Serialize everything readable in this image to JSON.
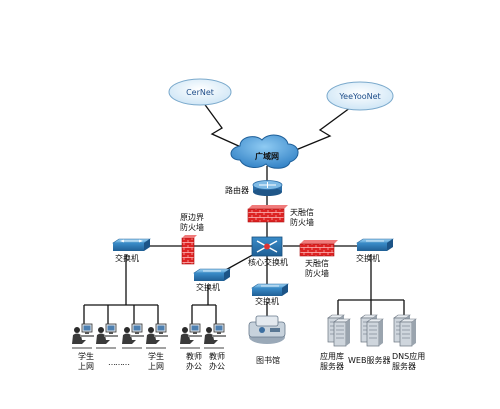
{
  "diagram": {
    "clouds": {
      "cernet": "CerNet",
      "yeeyoonet": "YeeYooNet",
      "wan": "广域网"
    },
    "router": "路由器",
    "firewall_top": [
      "天融信",
      "防火墙"
    ],
    "firewall_left": [
      "原边界",
      "防火墙"
    ],
    "firewall_right": [
      "天融信",
      "防火墙"
    ],
    "core_switch": "核心交换机",
    "switch_left": "交换机",
    "switch_mid": "交换机",
    "switch_library": "交换机",
    "switch_right": "交换机",
    "students_1": [
      "学生",
      "上网"
    ],
    "ellipsis": "………",
    "students_2": [
      "学生",
      "上网"
    ],
    "teachers_1": [
      "教师",
      "办公"
    ],
    "teachers_2": [
      "教师",
      "办公"
    ],
    "library": "图书馆",
    "server_app": [
      "应用库",
      "服务器"
    ],
    "server_web": "WEB服务器",
    "server_dns": [
      "DNS应用",
      "服务器"
    ]
  },
  "colors": {
    "cloud_fill": "#cfe6f6",
    "wan_fill": "#2f8fd6",
    "switch_fill": "#3f94cf",
    "firewall_fill": "#d52b2b",
    "line": "#111111"
  }
}
